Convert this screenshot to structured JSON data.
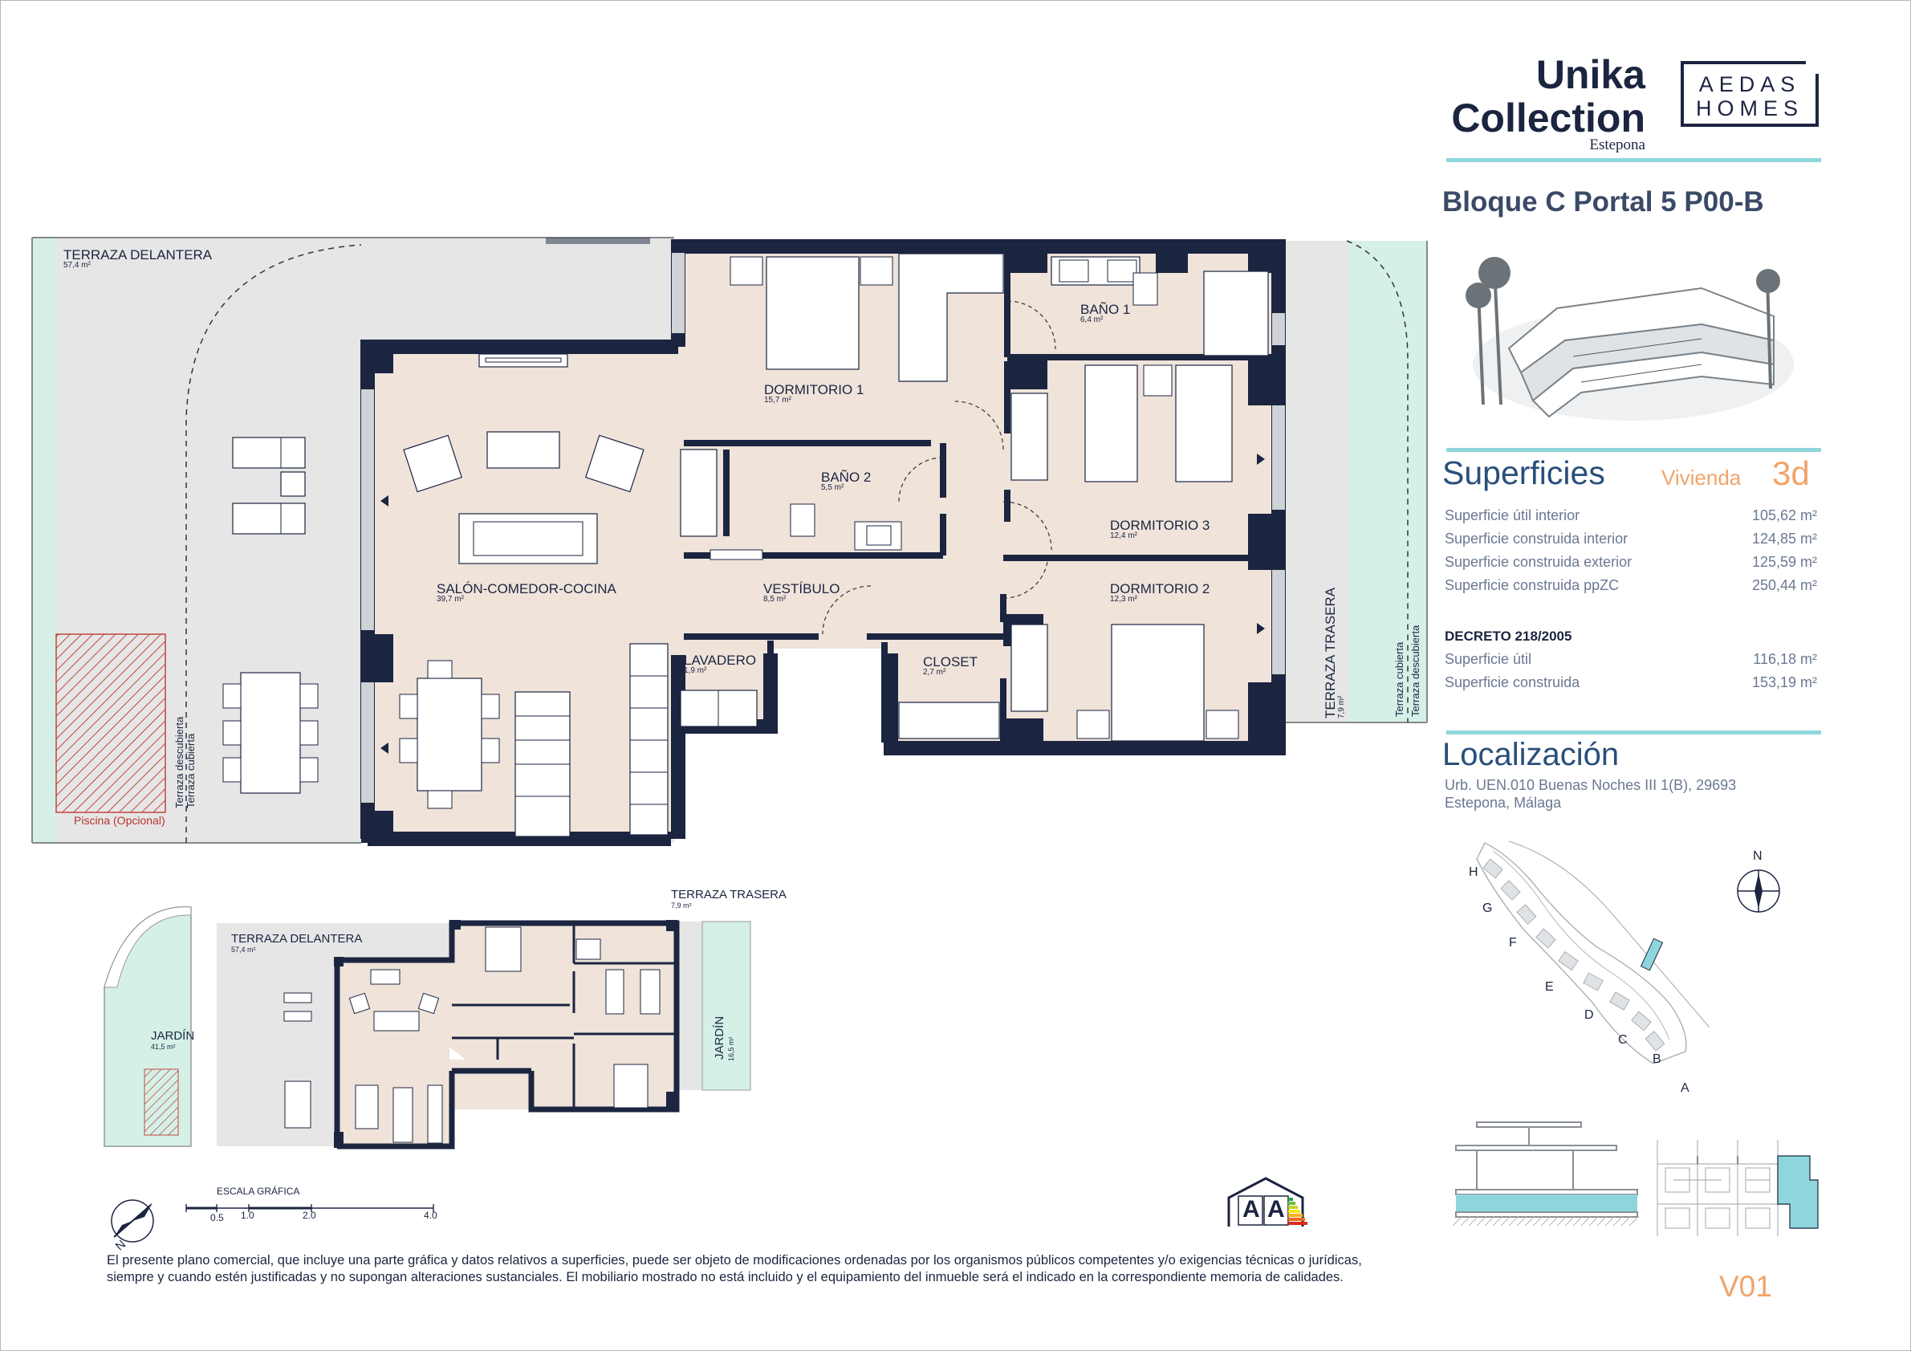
{
  "brand": {
    "title_line1": "Unika",
    "title_line2": "Collection",
    "location": "Estepona",
    "partner_line1": "AEDAS",
    "partner_line2": "HOMES"
  },
  "unit": {
    "title": "Bloque C Portal 5 P00-B"
  },
  "superficies": {
    "title": "Superficies",
    "vivienda_label": "Vivienda",
    "vivienda_value": "3d",
    "rows": [
      {
        "label": "Superficie útil interior",
        "value": "105,62 m²"
      },
      {
        "label": "Superficie construida interior",
        "value": "124,85 m²"
      },
      {
        "label": "Superficie construida exterior",
        "value": "125,59 m²"
      },
      {
        "label": "Superficie construida ppZC",
        "value": "250,44 m²"
      }
    ],
    "decreto_title": "DECRETO 218/2005",
    "decreto_rows": [
      {
        "label": "Superficie útil",
        "value": "116,18 m²"
      },
      {
        "label": "Superficie construida",
        "value": "153,19 m²"
      }
    ]
  },
  "localizacion": {
    "title": "Localización",
    "address_line1": "Urb. UEN.010 Buenas Noches III 1(B), 29693",
    "address_line2": "Estepona, Málaga",
    "blocks": [
      "H",
      "G",
      "F",
      "E",
      "D",
      "C",
      "B",
      "A"
    ],
    "north": "N"
  },
  "plan": {
    "rooms": [
      {
        "name": "TERRAZA DELANTERA",
        "area": "57,4 m²"
      },
      {
        "name": "DORMITORIO 1",
        "area": "15,7 m²"
      },
      {
        "name": "BAÑO 1",
        "area": "6,4 m²"
      },
      {
        "name": "BAÑO 2",
        "area": "5,5 m²"
      },
      {
        "name": "DORMITORIO 3",
        "area": "12,4 m²"
      },
      {
        "name": "SALÓN-COMEDOR-COCINA",
        "area": "39,7 m²"
      },
      {
        "name": "VESTÍBULO",
        "area": "8,5 m²"
      },
      {
        "name": "DORMITORIO 2",
        "area": "12,3 m²"
      },
      {
        "name": "LAVADERO",
        "area": "1,9 m²"
      },
      {
        "name": "CLOSET",
        "area": "2,7 m²"
      },
      {
        "name": "TERRAZA TRASERA",
        "area": "7,9 m²"
      }
    ],
    "terraza_descubierta": "Terraza descubierta",
    "terraza_cubierta": "Terraza cubierta",
    "piscina": "Piscina (Opcional)"
  },
  "site_plan": {
    "terraza_trasera": "TERRAZA TRASERA",
    "terraza_trasera_area": "7,9 m²",
    "terraza_delantera": "TERRAZA DELANTERA",
    "terraza_delantera_area": "57,4 m²",
    "jardin_front": "JARDÍN",
    "jardin_front_area": "41,5 m²",
    "jardin_back": "JARDÍN",
    "jardin_back_area": "16,5 m²"
  },
  "scale": {
    "title": "ESCALA GRÁFICA",
    "ticks": [
      "0.5",
      "1.0",
      "2.0",
      "4.0"
    ],
    "north": "N"
  },
  "energy": {
    "rating1": "A",
    "rating2": "A"
  },
  "disclaimer": "El presente plano comercial, que incluye una parte gráfica y datos relativos a superficies, puede ser objeto de modificaciones ordenadas por los organismos públicos competentes y/o exigencias técnicas o jurídicas, siempre y cuando estén justificadas y no supongan alteraciones sustanciales. El mobiliario mostrado no está incluido y el equipamiento del inmueble será el indicado en la correspondiente memoria de calidades.",
  "version": "V01",
  "colors": {
    "navy": "#1b2540",
    "room_fill": "#efe3da",
    "terrace_fill": "#e6e6e6",
    "garden_fill": "#d5f1e7",
    "accent_cyan": "#8fd6dc",
    "accent_orange": "#f0a36a",
    "pool_red": "#c0473f"
  }
}
